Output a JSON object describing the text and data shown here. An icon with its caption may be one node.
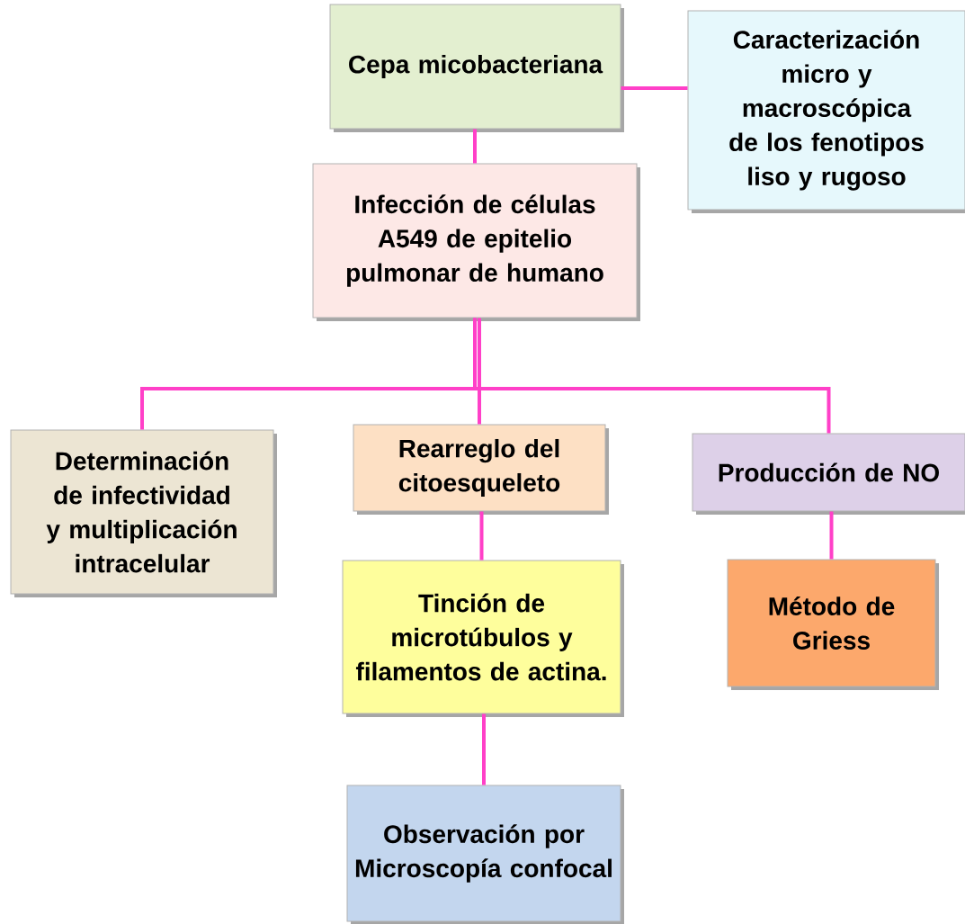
{
  "diagram": {
    "nodes": [
      {
        "text": [
          "Cepa micobacteriana"
        ]
      },
      {
        "text": [
          "Caracterización micro y macroscópica de los fenotipos liso y rugoso"
        ]
      },
      {
        "text": [
          "Infección de células A549 de epitelio pulmonar de humano"
        ]
      },
      {
        "text": [
          "Determinación de infectividad y multiplicación intracelular"
        ]
      },
      {
        "text": [
          "Rearreglo del citoesqueleto"
        ]
      },
      {
        "text": [
          "Producción de NO"
        ]
      },
      {
        "text": [
          "Tinción de microtúbulos y filamentos de actina."
        ]
      },
      {
        "text": [
          "Método de Griess"
        ]
      },
      {
        "text": [
          "Observación por Microscopía confocal"
        ]
      }
    ],
    "edges": [
      {
        "from": 0,
        "to": 1,
        "arrow": "none"
      },
      {
        "from": 0,
        "to": 2,
        "arrow": "none"
      },
      {
        "from": 2,
        "to": 3,
        "arrow": "none"
      },
      {
        "from": 2,
        "to": 4,
        "arrow": "none"
      },
      {
        "from": 2,
        "to": 5,
        "arrow": "none"
      },
      {
        "from": 4,
        "to": 6,
        "arrow": "none"
      },
      {
        "from": 5,
        "to": 7,
        "arrow": "none"
      },
      {
        "from": 6,
        "to": 8,
        "arrow": "none"
      }
    ]
  }
}
